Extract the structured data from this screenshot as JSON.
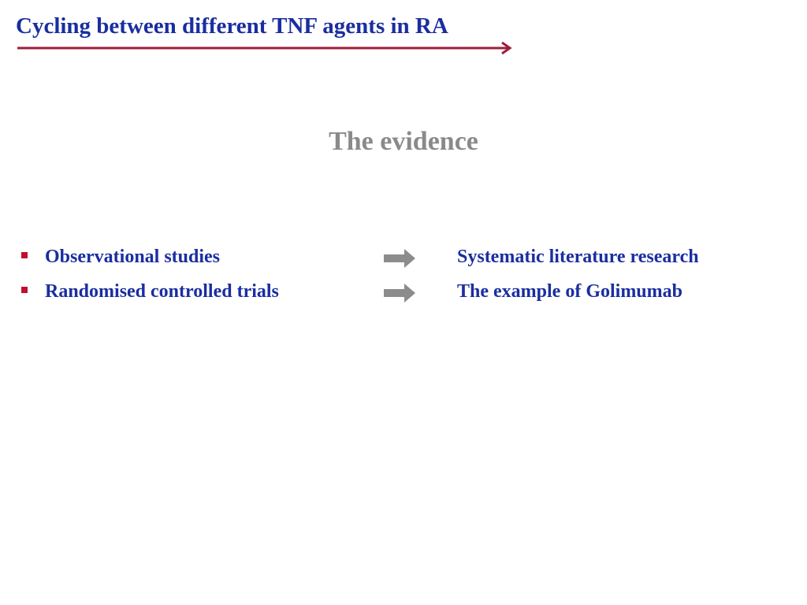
{
  "slide": {
    "title": "Cycling between different TNF agents in RA",
    "subtitle": "The evidence",
    "rows": [
      {
        "label": "Observational studies",
        "arrow_icon": "right-arrow-icon",
        "result": "Systematic literature research"
      },
      {
        "label": "Randomised controlled trials",
        "arrow_icon": "right-arrow-icon",
        "result": "The example of Golimumab"
      }
    ]
  },
  "colors": {
    "title": "#1a2ea0",
    "rule": "#a01c3c",
    "subtitle": "#8a8a8a",
    "bullet_marker": "#c0102c",
    "body_text": "#1a2ea0",
    "arrow": "#8c8c8c",
    "background": "#ffffff"
  }
}
